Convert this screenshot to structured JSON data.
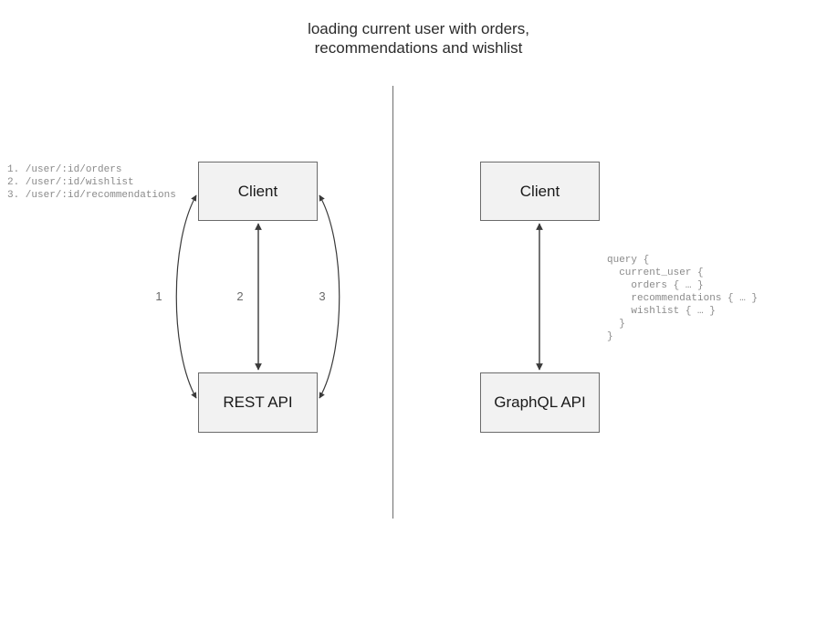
{
  "title": "loading current user with orders,\nrecommendations and wishlist",
  "divider": {
    "label": "panel-divider"
  },
  "rest_panel": {
    "client_box_label": "Client",
    "api_box_label": "REST API",
    "edge_labels": [
      "1",
      "2",
      "3"
    ],
    "endpoints_annotation": "1. /user/:id/orders\n2. /user/:id/wishlist\n3. /user/:id/recommendations",
    "endpoints": [
      {
        "number": "1.",
        "path": "/user/:id/orders"
      },
      {
        "number": "2.",
        "path": "/user/:id/wishlist"
      },
      {
        "number": "3.",
        "path": "/user/:id/recommendations"
      }
    ]
  },
  "graphql_panel": {
    "client_box_label": "Client",
    "api_box_label": "GraphQL API",
    "query_annotation": "query {\n  current_user {\n    orders { … }\n    recommendations { … }\n    wishlist { … }\n  }\n}",
    "query_lines": [
      "query {",
      "  current_user {",
      "    orders { … }",
      "    recommendations { … }",
      "    wishlist { … }",
      "  }",
      "}"
    ]
  },
  "colors": {
    "background": "#ffffff",
    "box_fill": "#f2f2f2",
    "box_border": "#6b6b6b",
    "box_text": "#1a1a1a",
    "title_text": "#2b2b2b",
    "annotation_text": "#8a8a8a",
    "edge_label_text": "#6a6a6a",
    "arrow_stroke": "#3a3a3a",
    "divider": "#6e6e6e"
  }
}
